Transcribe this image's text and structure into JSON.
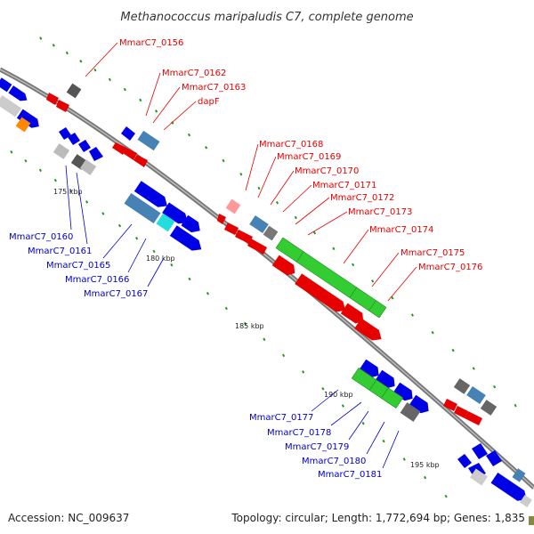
{
  "title": "Methanococcus maripaludis C7, complete genome",
  "footer": {
    "accession": "Accession: NC_009637",
    "summary": "Topology: circular; Length: 1,772,694 bp; Genes: 1,835"
  },
  "ticks": [
    "175 kbp",
    "180 kbp",
    "185 kbp",
    "190 kbp",
    "195 kbp"
  ],
  "colors": {
    "forward": "#e60000",
    "reverse": "#0000e6",
    "rna": "#33cc33",
    "pseudo": "#888888",
    "backbone": "#888888"
  },
  "labels": {
    "red": [
      "MmarC7_0156",
      "MmarC7_0162",
      "MmarC7_0163",
      "dapF",
      "MmarC7_0168",
      "MmarC7_0169",
      "MmarC7_0170",
      "MmarC7_0171",
      "MmarC7_0172",
      "MmarC7_0173",
      "MmarC7_0174",
      "MmarC7_0175",
      "MmarC7_0176"
    ],
    "blue_left": [
      "MmarC7_0160",
      "MmarC7_0161",
      "MmarC7_0165",
      "MmarC7_0166",
      "MmarC7_0167"
    ],
    "blue_right": [
      "MmarC7_0177",
      "MmarC7_0178",
      "MmarC7_0179",
      "MmarC7_0180",
      "MmarC7_0181"
    ]
  }
}
